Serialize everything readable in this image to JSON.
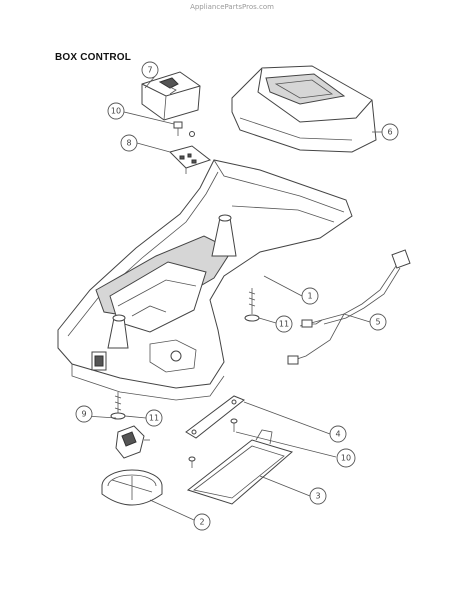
{
  "watermark": "AppliancePartsPros.com",
  "title": "BOX CONTROL",
  "callouts": {
    "c1": "1",
    "c2": "2",
    "c3": "3",
    "c4": "4",
    "c5": "5",
    "c6": "6",
    "c7": "7",
    "c8": "8",
    "c9": "9",
    "c10a": "10",
    "c10b": "10",
    "c11a": "11",
    "c11b": "11"
  }
}
